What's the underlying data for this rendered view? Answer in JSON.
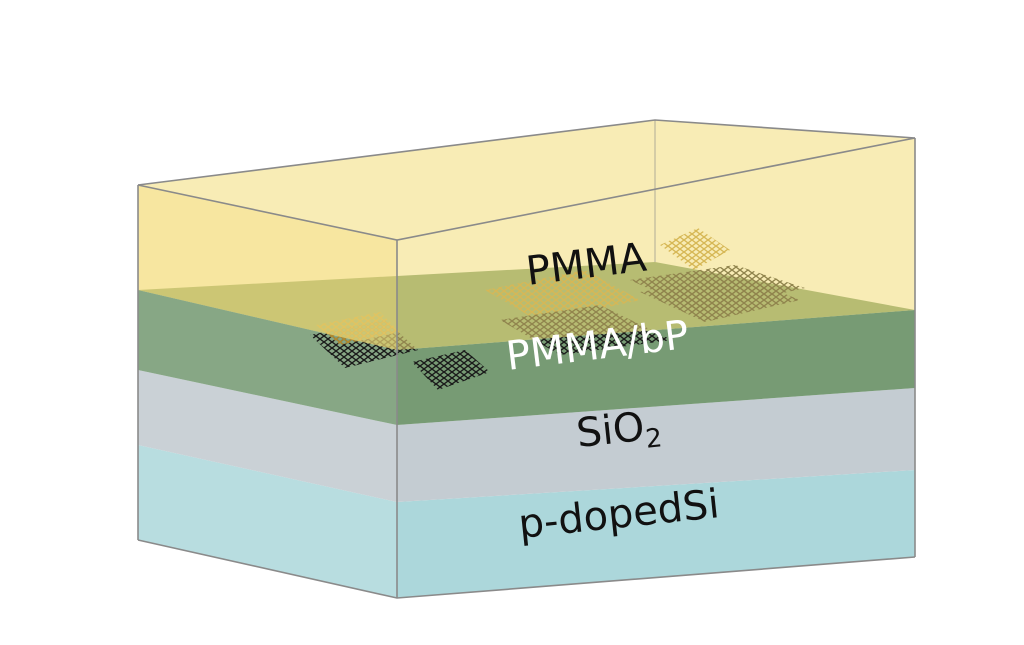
{
  "layers": {
    "pmma": {
      "label": "PMMA",
      "color": "#f3dc78"
    },
    "pmma_bp": {
      "label": "PMMA/bP",
      "color": "#5f8a5c"
    },
    "sio2": {
      "label_main": "SiO",
      "label_sub": "2",
      "color": "#c4ccd2"
    },
    "si": {
      "label": "p-dopedSi",
      "color": "#acd7db"
    }
  },
  "edge_color": "#8a8a8a",
  "flake_color": "#1a1a1a",
  "flake_highlight_color": "#b48a2c"
}
